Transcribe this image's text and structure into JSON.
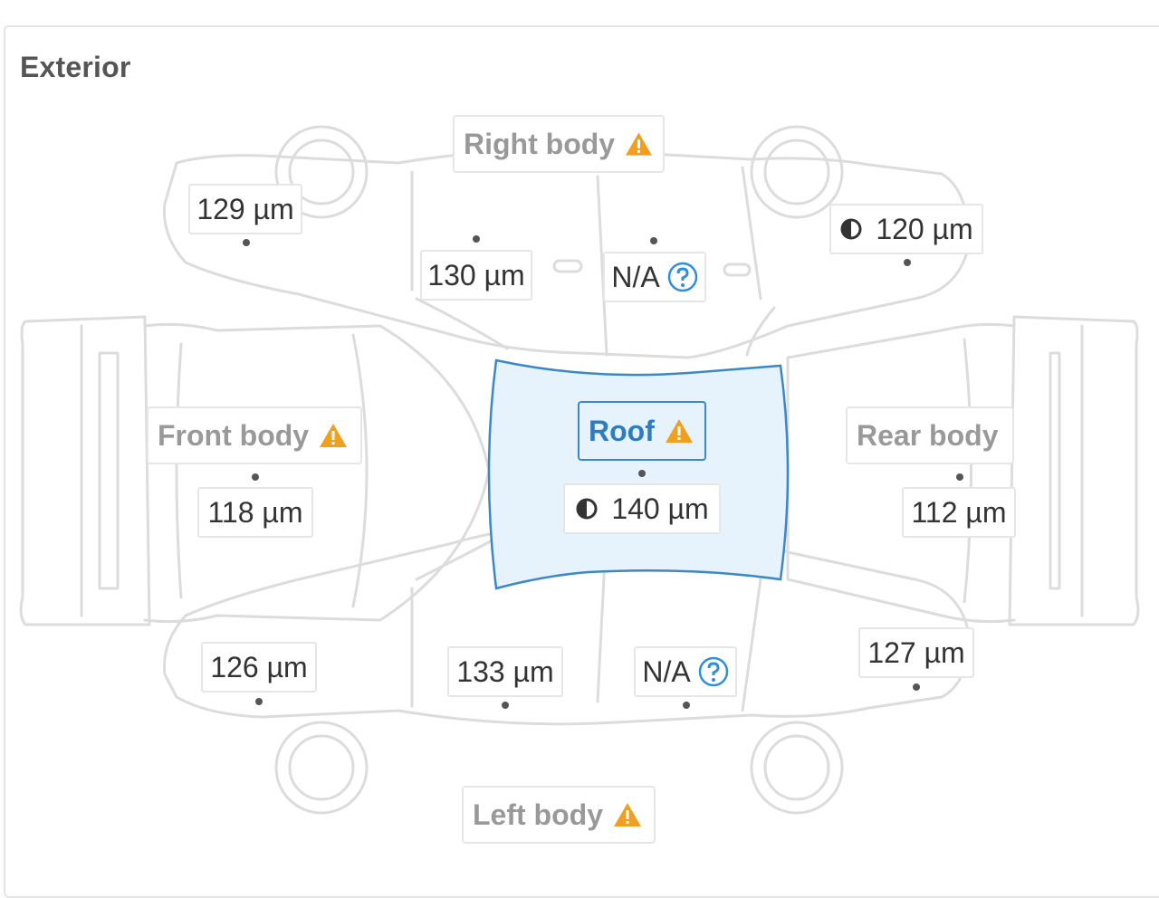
{
  "section": {
    "title": "Exterior"
  },
  "colors": {
    "outline": "#dcdcdc",
    "roof_fill": "#e6f2fc",
    "roof_stroke": "#3b88c4",
    "warning": "#f0a01e",
    "help": "#2f8fd8"
  },
  "areas": {
    "right_body": {
      "label": "Right body",
      "status_icon": "warning-icon"
    },
    "front_body": {
      "label": "Front body",
      "status_icon": "warning-icon"
    },
    "roof": {
      "label": "Roof",
      "status_icon": "warning-icon",
      "selected": true
    },
    "rear_body": {
      "label": "Rear body"
    },
    "left_body": {
      "label": "Left body",
      "status_icon": "warning-icon"
    }
  },
  "measurements": {
    "right_front_fender": "129 µm",
    "right_front_door": "130 µm",
    "right_rear_door": "N/A",
    "right_rear_quarter": "120 µm",
    "front": "118 µm",
    "roof": "140 µm",
    "rear": "112 µm",
    "left_front_fender": "126 µm",
    "left_front_door": "133 µm",
    "left_rear_door": "N/A",
    "left_rear_quarter": "127 µm"
  }
}
